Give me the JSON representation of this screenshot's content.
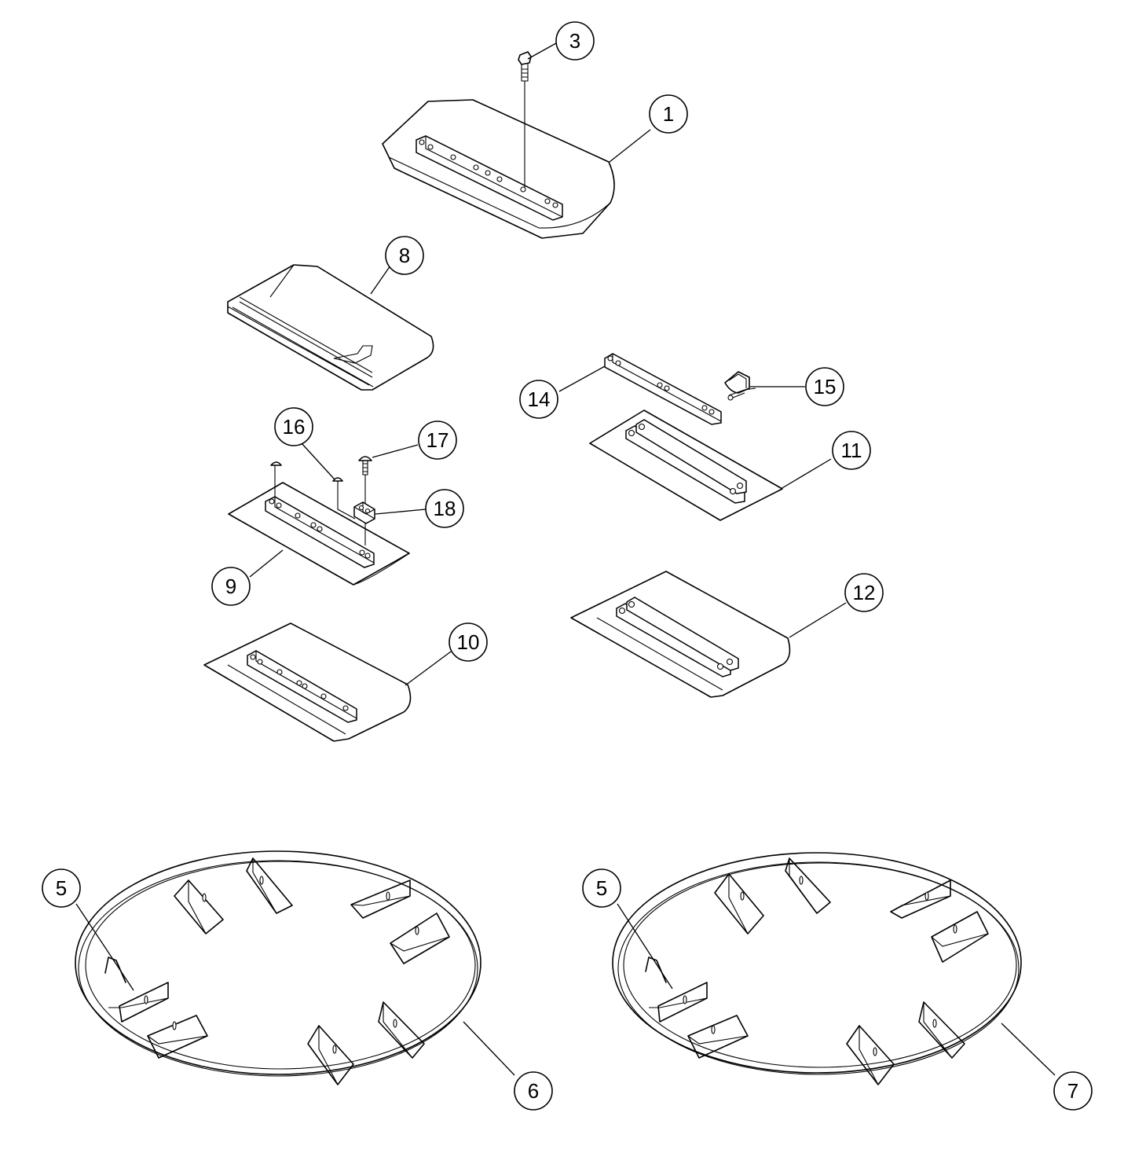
{
  "callouts": {
    "c1": "1",
    "c3": "3",
    "c5a": "5",
    "c5b": "5",
    "c6": "6",
    "c7": "7",
    "c8": "8",
    "c9": "9",
    "c10": "10",
    "c11": "11",
    "c12": "12",
    "c14": "14",
    "c15": "15",
    "c16": "16",
    "c17": "17",
    "c18": "18"
  }
}
